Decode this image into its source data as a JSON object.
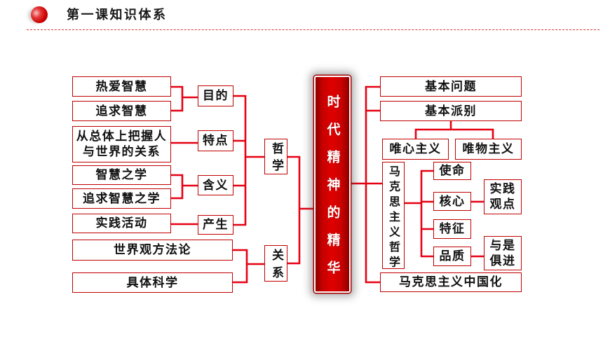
{
  "header": {
    "title": "第一课知识体系",
    "bullet_icon": "red-circle-icon"
  },
  "center": {
    "text": "时代精神的精华"
  },
  "philosophy": {
    "label": "哲学",
    "purpose": {
      "label": "目的",
      "items": [
        "热爱智慧",
        "追求智慧"
      ]
    },
    "feature": {
      "label": "特点",
      "lines": [
        "从总体上把握人",
        "与世界的关系"
      ]
    },
    "meaning": {
      "label": "含义",
      "items": [
        "智慧之学",
        "追求智慧之学"
      ]
    },
    "origin": {
      "label": "产生",
      "item": "实践活动"
    }
  },
  "relation": {
    "label": "关系",
    "items": [
      "世界观方法论",
      "具体科学"
    ]
  },
  "content": {
    "basic_question": "基本问题",
    "basic_schools": {
      "label": "基本派别",
      "items": [
        "唯心主义",
        "唯物主义"
      ]
    },
    "marxist_philosophy": {
      "label": "马克思主义哲学",
      "mission": "使命",
      "core": {
        "label": "核心",
        "value_lines": [
          "实践",
          "观点"
        ]
      },
      "feature": "特征",
      "quality": {
        "label": "品质",
        "value_lines": [
          "与是",
          "俱进"
        ]
      }
    },
    "sinicization": "马克思主义中国化"
  },
  "colors": {
    "accent": "#e00000",
    "line": "#e60012",
    "box_border": "#c00000",
    "text": "#111111",
    "bullet": "#cc0000",
    "divider": "#d93a3a"
  }
}
